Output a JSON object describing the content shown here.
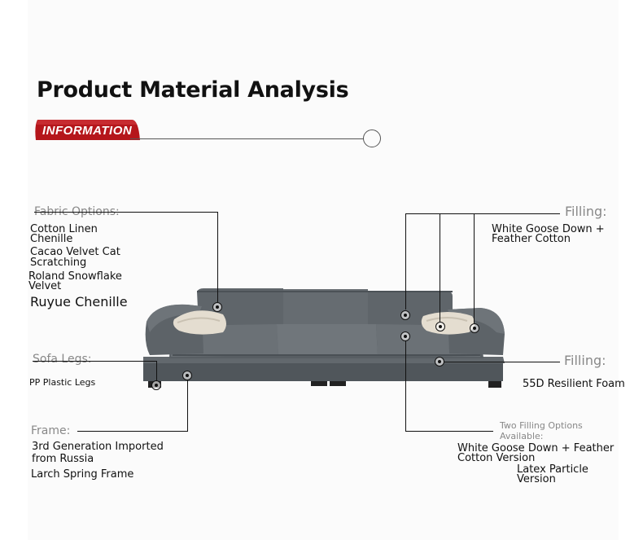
{
  "title": "Product Material Analysis",
  "badge": "INFORMATION",
  "colors": {
    "badge_red": "#b5161b",
    "sofa_gray": "#5a6065",
    "pillow": "#e4ddd0"
  },
  "fabric": {
    "heading": "Fabric Options:",
    "options": [
      "Cotton Linen",
      "Chenille",
      "Cacao Velvet Cat",
      "Scratching",
      "Roland Snowflake",
      "Velvet",
      "Ruyue Chenille"
    ]
  },
  "legs": {
    "heading": "Sofa Legs:",
    "value": "PP Plastic Legs"
  },
  "frame": {
    "heading": "Frame:",
    "lines": [
      "3rd Generation Imported",
      "from Russia",
      "Larch Spring Frame"
    ]
  },
  "filling_top": {
    "heading": "Filling:",
    "lines": [
      "White Goose Down +",
      "Feather Cotton"
    ]
  },
  "filling_mid": {
    "heading": "Filling:",
    "value": "55D Resilient Foam"
  },
  "options": {
    "heading": [
      "Two Filling Options",
      "Available:"
    ],
    "items": [
      "White Goose Down + Feather",
      "Cotton Version",
      "Latex Particle",
      "Version"
    ]
  },
  "icons": [
    "sofa-image",
    "hotspot-marker-icon",
    "info-circle-icon"
  ]
}
